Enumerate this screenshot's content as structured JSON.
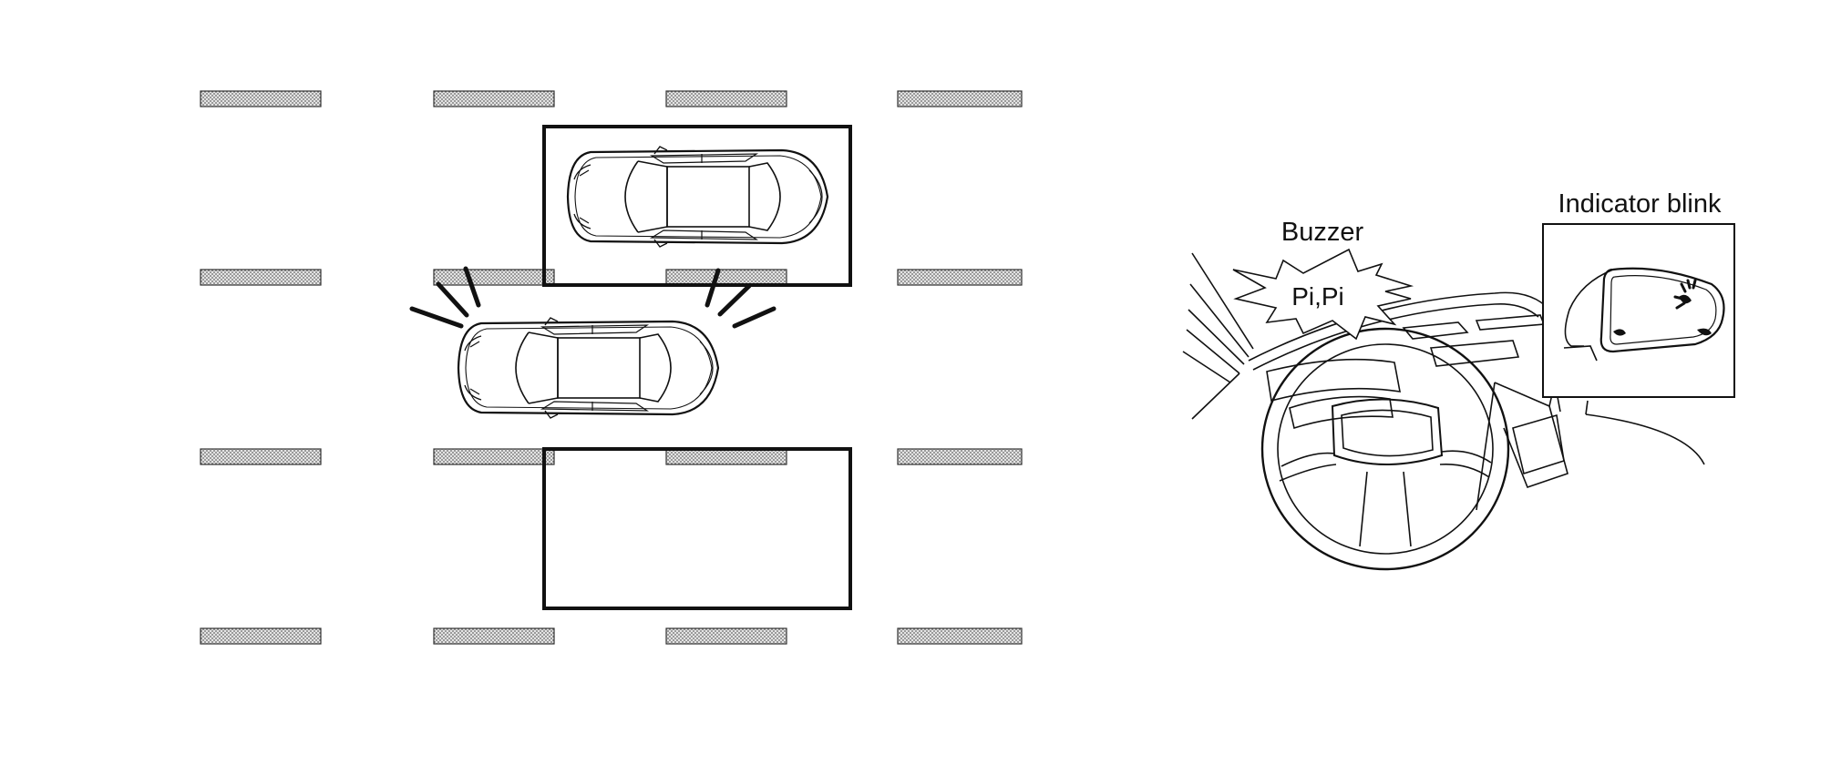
{
  "labels": {
    "buzzer": "Buzzer",
    "buzzer_sound": "Pi,Pi",
    "indicator": "Indicator blink"
  },
  "colors": {
    "line": "#111111",
    "lane_fill": "#c8c8c8",
    "background": "#ffffff"
  }
}
